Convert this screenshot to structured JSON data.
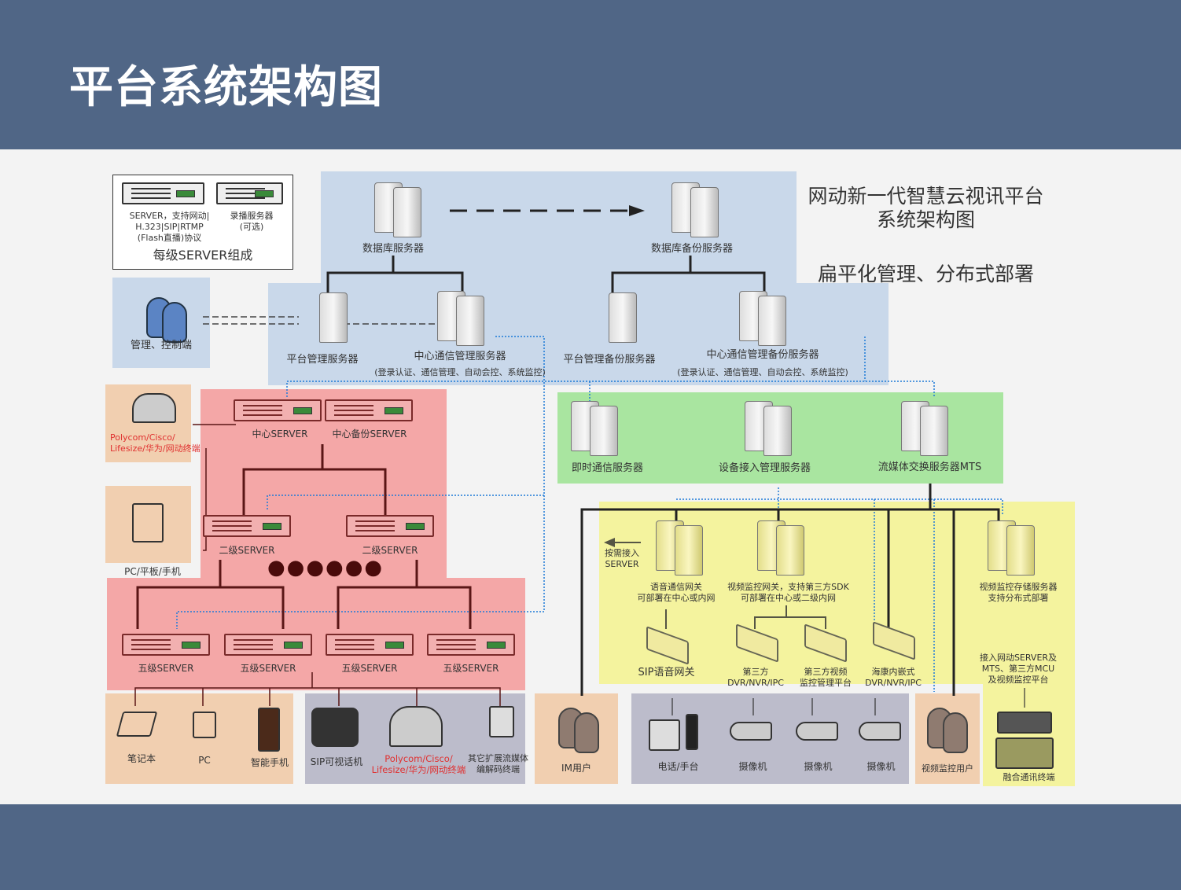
{
  "header": {
    "title": "平台系统架构图"
  },
  "legend": {
    "server_desc": "SERVER，支持网动|\nH.323|SIP|RTMP\n(Flash直播)协议",
    "recorder": "录播服务器\n(可选)",
    "caption": "每级SERVER组成"
  },
  "diagram_title": "网动新一代智慧云视讯平台\n系统架构图",
  "subtitle": "扁平化管理、分布式部署",
  "mgmt": "管理、控制端",
  "core": {
    "db": "数据库服务器",
    "db_backup": "数据库备份服务器",
    "platform_mgmt": "平台管理服务器",
    "center_comm": "中心通信管理服务器",
    "center_comm_note": "(登录认证、通信管理、自动会控、系统监控)",
    "platform_backup": "平台管理备份服务器",
    "center_comm_backup": "中心通信管理备份服务器",
    "center_comm_backup_note": "(登录认证、通信管理、自动会控、系统监控)"
  },
  "servers": {
    "center": "中心SERVER",
    "center_backup": "中心备份SERVER",
    "level2": [
      "二级SERVER",
      "二级SERVER"
    ],
    "level5": [
      "五级SERVER",
      "五级SERVER",
      "五级SERVER",
      "五级SERVER"
    ]
  },
  "terminals_side": {
    "polycom": "Polycom/Cisco/\nLifesize/华为/网动终端",
    "pc_tablet": "PC/平板/手机"
  },
  "green": {
    "im": "即时通信服务器",
    "device": "设备接入管理服务器",
    "mts": "流媒体交换服务器MTS"
  },
  "yellow": {
    "on_demand": "按需接入\nSERVER",
    "voice_gw": "语音通信网关\n可部署在中心或内网",
    "video_gw": "视频监控网关，支持第三方SDK\n可部署在中心或二级内网",
    "storage": "视频监控存储服务器\n支持分布式部署",
    "sip_gw": "SIP语音网关",
    "third_dvr": "第三方\nDVR/NVR/IPC",
    "third_platform": "第三方视频\n监控管理平台",
    "hik": "海康内嵌式\nDVR/NVR/IPC",
    "access": "接入网动SERVER及\nMTS、第三方MCU\n及视频监控平台"
  },
  "bottom": {
    "laptop": "笔记本",
    "pc": "PC",
    "phone": "智能手机",
    "sip_phone": "SIP可视话机",
    "polycom": "Polycom/Cisco/\nLifesize/华为/网动终端",
    "other": "其它扩展流媒体\n编解码终端",
    "im_user": "IM用户",
    "tel": "电话/手台",
    "cameras": [
      "摄像机",
      "摄像机",
      "摄像机"
    ],
    "video_user": "视频监控用户",
    "fusion": "融合通讯终端"
  }
}
